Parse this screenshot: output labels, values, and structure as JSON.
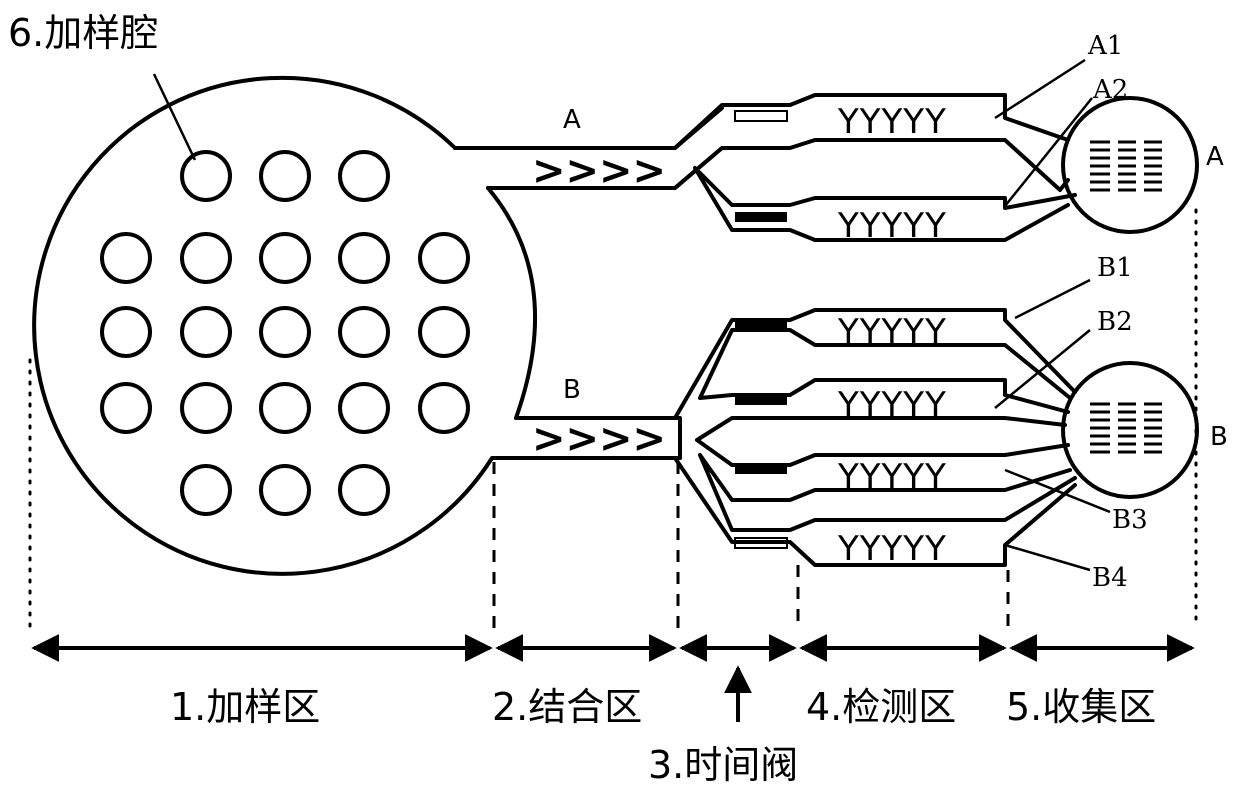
{
  "title_label": "6.加样腔",
  "channels": {
    "a_label": "A",
    "b_label": "B",
    "chevrons": ">>>>",
    "detect_marks": "YYYYY"
  },
  "strip_labels": {
    "a1": "A1",
    "a2": "A2",
    "b1": "B1",
    "b2": "B2",
    "b3": "B3",
    "b4": "B4"
  },
  "collection": {
    "a_label": "A",
    "b_label": "B"
  },
  "zones": {
    "zone1": "1.加样区",
    "zone2": "2.结合区",
    "zone3": "3.时间阀",
    "zone4": "4.检测区",
    "zone5": "5.收集区"
  }
}
